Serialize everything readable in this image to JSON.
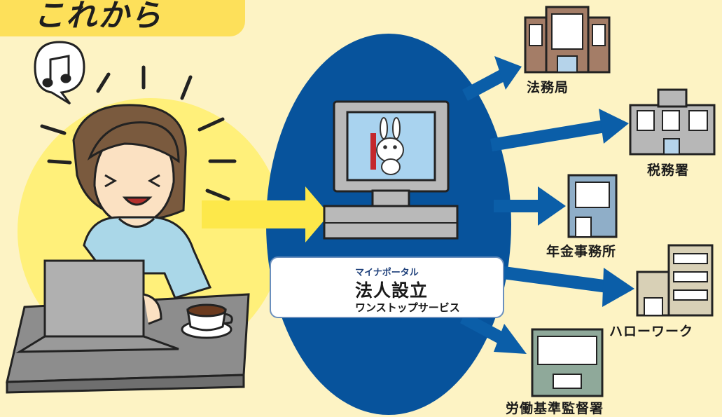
{
  "title": "これから",
  "service": {
    "portal_label": "マイナポータル",
    "name": "法人設立",
    "subtitle": "ワンストップサービス"
  },
  "offices": [
    {
      "label": "法務局"
    },
    {
      "label": "税務署"
    },
    {
      "label": "年金事務所"
    },
    {
      "label": "ハローワーク"
    },
    {
      "label": "労働基準監督署"
    }
  ],
  "colors": {
    "background": "#fdf3c4",
    "title_tab": "#fde05a",
    "glow": "#ffef70",
    "ellipse": "#07539c",
    "arrow_blue": "#0b5ea8",
    "arrow_yellow": "#fde84a"
  },
  "icons": [
    "music-note-icon",
    "mascot-rabbit-icon",
    "computer-icon",
    "laptop-icon",
    "coffee-cup-icon",
    "building-icon"
  ]
}
